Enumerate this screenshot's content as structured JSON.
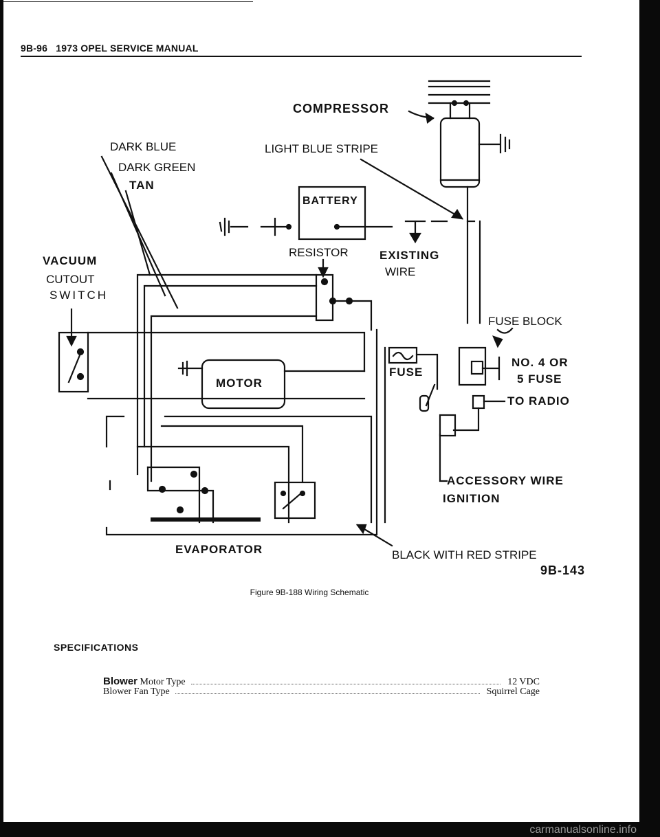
{
  "header": {
    "code": "9B-96",
    "title": "1973 OPEL SERVICE MANUAL"
  },
  "diagram": {
    "labels": {
      "compressor": "COMPRESSOR",
      "dark_blue": "DARK BLUE",
      "light_blue_stripe": "LIGHT BLUE STRIPE",
      "dark_green": "DARK GREEN",
      "tan": "TAN",
      "battery": "BATTERY",
      "vacuum": "VACUUM",
      "cutout": "CUTOUT",
      "switch": "SWITCH",
      "resistor": "RESISTOR",
      "existing": "EXISTING",
      "wire": "WIRE",
      "fuse_block": "FUSE BLOCK",
      "motor": "MOTOR",
      "fuse": "FUSE",
      "no4_or": "NO. 4 OR",
      "five_fuse": "5 FUSE",
      "to_radio": "TO RADIO",
      "accessory_wire": "ACCESSORY WIRE",
      "ignition": "IGNITION",
      "evaporator": "EVAPORATOR",
      "black_red_stripe": "BLACK WITH RED STRIPE",
      "fig_code": "9B-143"
    }
  },
  "caption": {
    "prefix": "Figure",
    "number": "9B-188",
    "title": "Wiring Schematic"
  },
  "specifications": {
    "title": "SPECIFICATIONS",
    "rows": [
      {
        "bold": "Blower",
        "name": "Motor Type",
        "value": "12 VDC"
      },
      {
        "bold": "",
        "name": "Blower Fan Type",
        "value": "Squirrel Cage"
      }
    ]
  },
  "watermark": "carmanualsonline.info"
}
